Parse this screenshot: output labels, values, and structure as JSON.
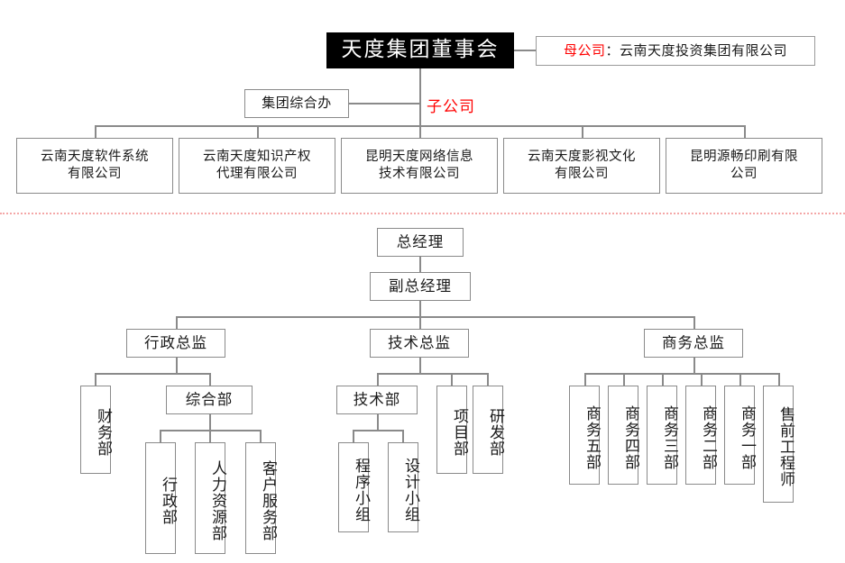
{
  "meta": {
    "title": "天度集团组织结构图"
  },
  "top": {
    "board": "天度集团董事会",
    "parent_label": "母公司",
    "parent_separator": "：",
    "parent_company": "云南天度投资集团有限公司",
    "group_office": "集团综合办",
    "subsidiary_label": "子公司"
  },
  "subsidiaries": [
    {
      "line1": "云南天度软件系统",
      "line2": "有限公司"
    },
    {
      "line1": "云南天度知识产权",
      "line2": "代理有限公司"
    },
    {
      "line1": "昆明天度网络信息",
      "line2": "技术有限公司"
    },
    {
      "line1": "云南天度影视文化",
      "line2": "有限公司"
    },
    {
      "line1": "昆明源畅印刷有限",
      "line2": "公司"
    }
  ],
  "management": {
    "general_manager": "总经理",
    "deputy_general_manager": "副总经理"
  },
  "directors": [
    {
      "name": "行政总监"
    },
    {
      "name": "技术总监"
    },
    {
      "name": "商务总监"
    }
  ],
  "admin": {
    "finance": "财务部",
    "general_dept": "综合部",
    "children": [
      "行政部",
      "人力资源部",
      "客户服务部"
    ]
  },
  "tech": {
    "tech_dept": "技术部",
    "project_dept": "项目部",
    "rd_dept": "研发部",
    "tech_children": [
      "程序小组",
      "设计小组"
    ]
  },
  "business": {
    "departments": [
      "商务五部",
      "商务四部",
      "商务三部",
      "商务二部",
      "商务一部",
      "售前工程师"
    ]
  },
  "colors": {
    "accent_red": "#ff0000",
    "divider": "#f4a7a7",
    "line": "#8a8a8a",
    "board_bg": "#000000"
  }
}
